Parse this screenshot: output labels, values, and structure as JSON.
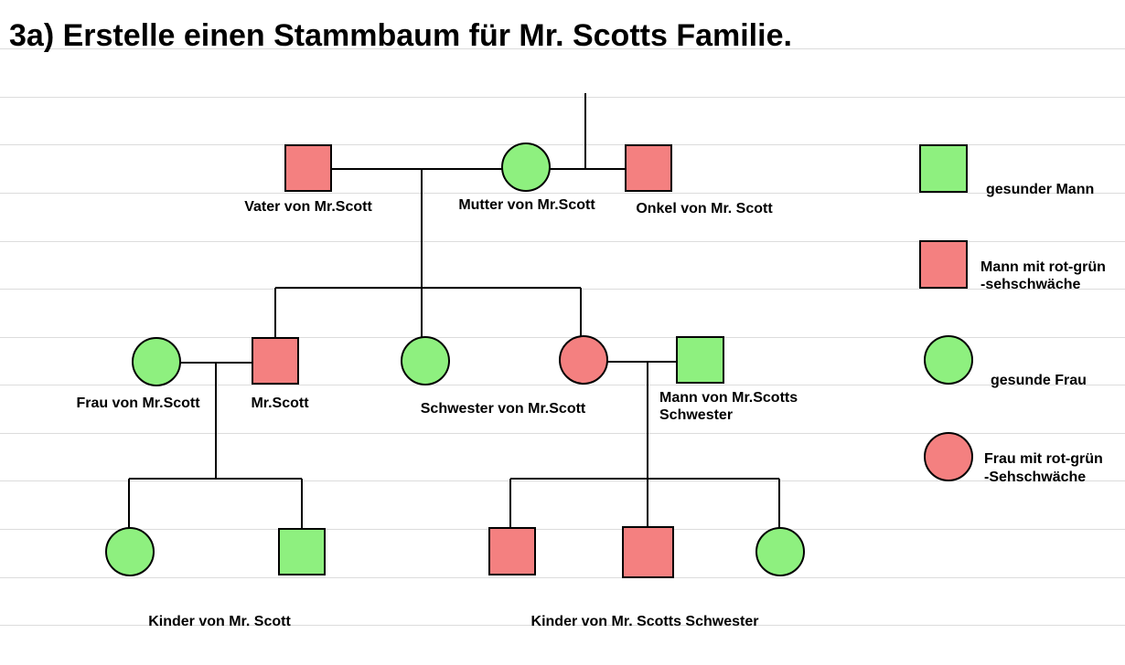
{
  "title": "3a) Erstelle einen Stammbaum für Mr. Scotts Familie.",
  "colors": {
    "healthy": "#8ef07f",
    "affected": "#f48080",
    "stroke": "#000000",
    "rule": "#dcdcdc"
  },
  "people": {
    "father": {
      "label": "Vater von Mr.Scott",
      "sex": "male",
      "status": "affected"
    },
    "mother": {
      "label": "Mutter von Mr.Scott",
      "sex": "female",
      "status": "healthy"
    },
    "uncle": {
      "label": "Onkel von Mr. Scott",
      "sex": "male",
      "status": "affected"
    },
    "wife": {
      "label": "Frau von Mr.Scott",
      "sex": "female",
      "status": "healthy"
    },
    "scott": {
      "label": "Mr.Scott",
      "sex": "male",
      "status": "affected"
    },
    "sister": {
      "label": "Schwester von Mr.Scott",
      "sex": "female",
      "status": "healthy"
    },
    "sister2": {
      "label": "",
      "sex": "female",
      "status": "affected"
    },
    "husband": {
      "label_line1": "Mann von Mr.Scotts",
      "label_line2": "Schwester",
      "sex": "male",
      "status": "healthy"
    },
    "child1": {
      "sex": "female",
      "status": "healthy"
    },
    "child2": {
      "sex": "male",
      "status": "healthy"
    },
    "child3": {
      "sex": "male",
      "status": "affected"
    },
    "child4": {
      "sex": "male",
      "status": "affected"
    },
    "child5": {
      "sex": "female",
      "status": "healthy"
    }
  },
  "group_labels": {
    "scott_children": "Kinder von Mr. Scott",
    "sister_children": "Kinder von Mr. Scotts Schwester"
  },
  "legend": {
    "healthy_male": "gesunder Mann",
    "affected_male_line1": "Mann mit rot-grün",
    "affected_male_line2": "-sehschwäche",
    "healthy_female": "gesunde Frau",
    "affected_female_line1": "Frau mit rot-grün",
    "affected_female_line2": "-Sehschwäche"
  }
}
